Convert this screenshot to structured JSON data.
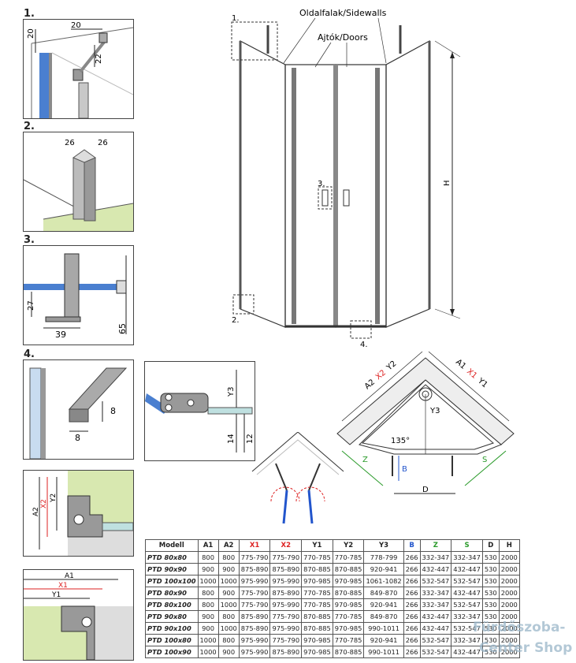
{
  "detail_numbers": [
    "1.",
    "2.",
    "3.",
    "4."
  ],
  "detail1": {
    "dim_a": "20",
    "dim_b": "20",
    "dim_c": "22"
  },
  "detail2": {
    "dim_a": "26",
    "dim_b": "26"
  },
  "detail3": {
    "dim_a": "27",
    "dim_b": "39",
    "dim_c": "65"
  },
  "detail4": {
    "profile_a": "8",
    "profile_b": "8",
    "hinge_y3": "Y3",
    "hinge_a": "14",
    "hinge_b": "12"
  },
  "plan_small": {
    "a2": "A2",
    "x2": "X2",
    "y2": "Y2",
    "a1": "A1",
    "x1": "X1",
    "y1": "Y1"
  },
  "front": {
    "label_sidewalls": "Oldalfalak/Sidewalls",
    "label_doors": "Ajtók/Doors",
    "callout_1": "1.",
    "callout_2": "2.",
    "callout_3": "3.",
    "callout_4": "4.",
    "height": "H"
  },
  "plan": {
    "a2": "A2",
    "x2": "X2",
    "y2": "Y2",
    "a1": "A1",
    "x1": "X1",
    "y1": "Y1",
    "y3": "Y3",
    "z": "Z",
    "s": "S",
    "angle": "135°",
    "b": "B",
    "d": "D"
  },
  "table": {
    "headers": [
      "Modell",
      "A1",
      "A2",
      "X1",
      "X2",
      "Y1",
      "Y2",
      "Y3",
      "B",
      "Z",
      "S",
      "D",
      "H"
    ],
    "rows": [
      [
        "PTD 80x80",
        "800",
        "800",
        "775-790",
        "775-790",
        "770-785",
        "770-785",
        "778-799",
        "266",
        "332-347",
        "332-347",
        "530",
        "2000"
      ],
      [
        "PTD 90x90",
        "900",
        "900",
        "875-890",
        "875-890",
        "870-885",
        "870-885",
        "920-941",
        "266",
        "432-447",
        "432-447",
        "530",
        "2000"
      ],
      [
        "PTD 100x100",
        "1000",
        "1000",
        "975-990",
        "975-990",
        "970-985",
        "970-985",
        "1061-1082",
        "266",
        "532-547",
        "532-547",
        "530",
        "2000"
      ],
      [
        "PTD 80x90",
        "800",
        "900",
        "775-790",
        "875-890",
        "770-785",
        "870-885",
        "849-870",
        "266",
        "332-347",
        "432-447",
        "530",
        "2000"
      ],
      [
        "PTD 80x100",
        "800",
        "1000",
        "775-790",
        "975-990",
        "770-785",
        "970-985",
        "920-941",
        "266",
        "332-347",
        "532-547",
        "530",
        "2000"
      ],
      [
        "PTD 90x80",
        "900",
        "800",
        "875-890",
        "775-790",
        "870-885",
        "770-785",
        "849-870",
        "266",
        "432-447",
        "332-347",
        "530",
        "2000"
      ],
      [
        "PTD 90x100",
        "900",
        "1000",
        "875-890",
        "975-990",
        "870-885",
        "970-985",
        "990-1011",
        "266",
        "432-447",
        "532-547",
        "530",
        "2000"
      ],
      [
        "PTD 100x80",
        "1000",
        "800",
        "975-990",
        "775-790",
        "970-985",
        "770-785",
        "920-941",
        "266",
        "532-547",
        "332-347",
        "530",
        "2000"
      ],
      [
        "PTD 100x90",
        "1000",
        "900",
        "975-990",
        "875-890",
        "970-985",
        "870-885",
        "990-1011",
        "266",
        "532-547",
        "432-447",
        "530",
        "2000"
      ]
    ]
  },
  "watermark": {
    "line1": "Fürdőszoba-",
    "line2": "Center Shop"
  },
  "colors": {
    "red": "#dd2222",
    "blue": "#2255cc",
    "green": "#2a9a2a",
    "wall_green": "#d8e8b0",
    "glass_blue": "#4a7fd0"
  }
}
